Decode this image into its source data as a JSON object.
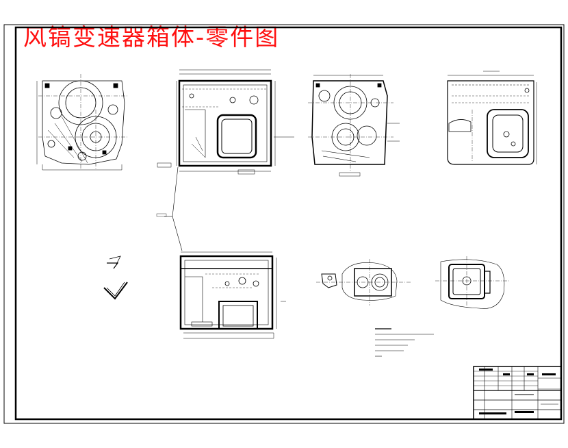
{
  "title": "风镐变速器箱体-零件图",
  "colors": {
    "title": "#ff1010",
    "lines": "#000000",
    "paper": "#ffffff"
  },
  "views": [
    {
      "name": "side-view-gears"
    },
    {
      "name": "front-view-top"
    },
    {
      "name": "section-view-gears"
    },
    {
      "name": "side-view-right"
    },
    {
      "name": "bottom-view"
    },
    {
      "name": "detail-view-small"
    },
    {
      "name": "detail-view-right"
    }
  ]
}
